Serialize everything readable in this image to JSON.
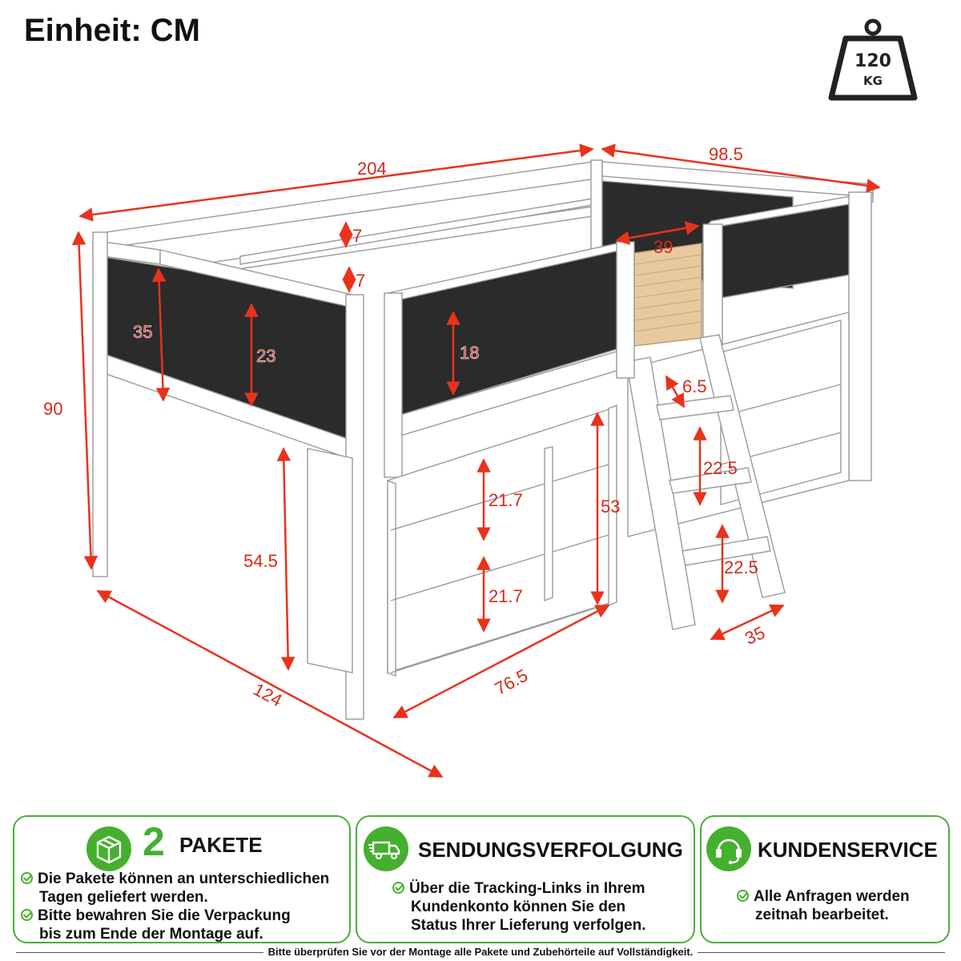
{
  "header": {
    "unit_title": "Einheit: CM"
  },
  "weight_badge": {
    "icon": "weight-icon",
    "value": "120",
    "unit": "KG"
  },
  "dimensions": {
    "length": "204",
    "width": "98.5",
    "height": "90",
    "depth_side": "124",
    "rail_gap_top": "7",
    "rail_gap_bottom": "7",
    "entry_width": "39",
    "panel_height_left": "35",
    "panel_height_mid": "23",
    "panel_height_front": "18",
    "step_depth": "6.5",
    "step_gap_upper": "22.5",
    "step_gap_lower": "22.5",
    "ladder_width": "35",
    "under_clearance": "54.5",
    "shelf_gap_upper": "21.7",
    "shelf_gap_lower": "21.7",
    "shelf_height": "53",
    "shelf_width": "76.5"
  },
  "colors": {
    "accent": "#45b02f",
    "dimension": "#e8321c",
    "panel": "#2a2a2a"
  },
  "cards": {
    "packages": {
      "icon": "package-box-icon",
      "number": "2",
      "title": "PAKETE",
      "lines": [
        "Die Pakete können an unterschiedlichen",
        "Tagen geliefert werden.",
        "Bitte bewahren Sie die Verpackung",
        "bis zum Ende der Montage auf."
      ]
    },
    "tracking": {
      "icon": "delivery-truck-icon",
      "title": "SENDUNGSVERFOLGUNG",
      "lines": [
        "Über die Tracking-Links in Ihrem",
        "Kundenkonto können Sie den",
        "Status Ihrer Lieferung verfolgen."
      ]
    },
    "service": {
      "icon": "headset-icon",
      "title": "KUNDENSERVICE",
      "lines": [
        "Alle Anfragen werden",
        "zeitnah bearbeitet."
      ]
    }
  },
  "footer": {
    "note": "Bitte überprüfen Sie vor der Montage alle Pakete und Zubehörteile auf Vollständigkeit."
  }
}
